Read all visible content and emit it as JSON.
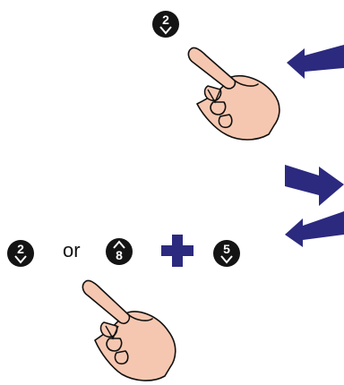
{
  "keys": {
    "top_key": {
      "digit": "2",
      "arrow": "down-arrow-icon"
    },
    "bottom_left_key": {
      "digit": "2",
      "arrow": "down-arrow-icon"
    },
    "bottom_middle_key": {
      "digit": "8",
      "arrow": "up-arrow-icon"
    },
    "bottom_right_key": {
      "digit": "5",
      "arrow": "down-arrow-icon"
    }
  },
  "connector_text": "or",
  "icons": {
    "plus": "plus-icon",
    "pointing_hand": "pointing-hand-icon",
    "arrow_left": "arrow-left-icon",
    "arrow_right": "arrow-right-icon"
  },
  "colors": {
    "key_fill": "#141414",
    "key_text": "#ffffff",
    "arrow_fill": "#2b2a7f",
    "plus_fill": "#2b2a7f",
    "skin_fill": "#f6c7b0",
    "skin_outline": "#111111"
  }
}
